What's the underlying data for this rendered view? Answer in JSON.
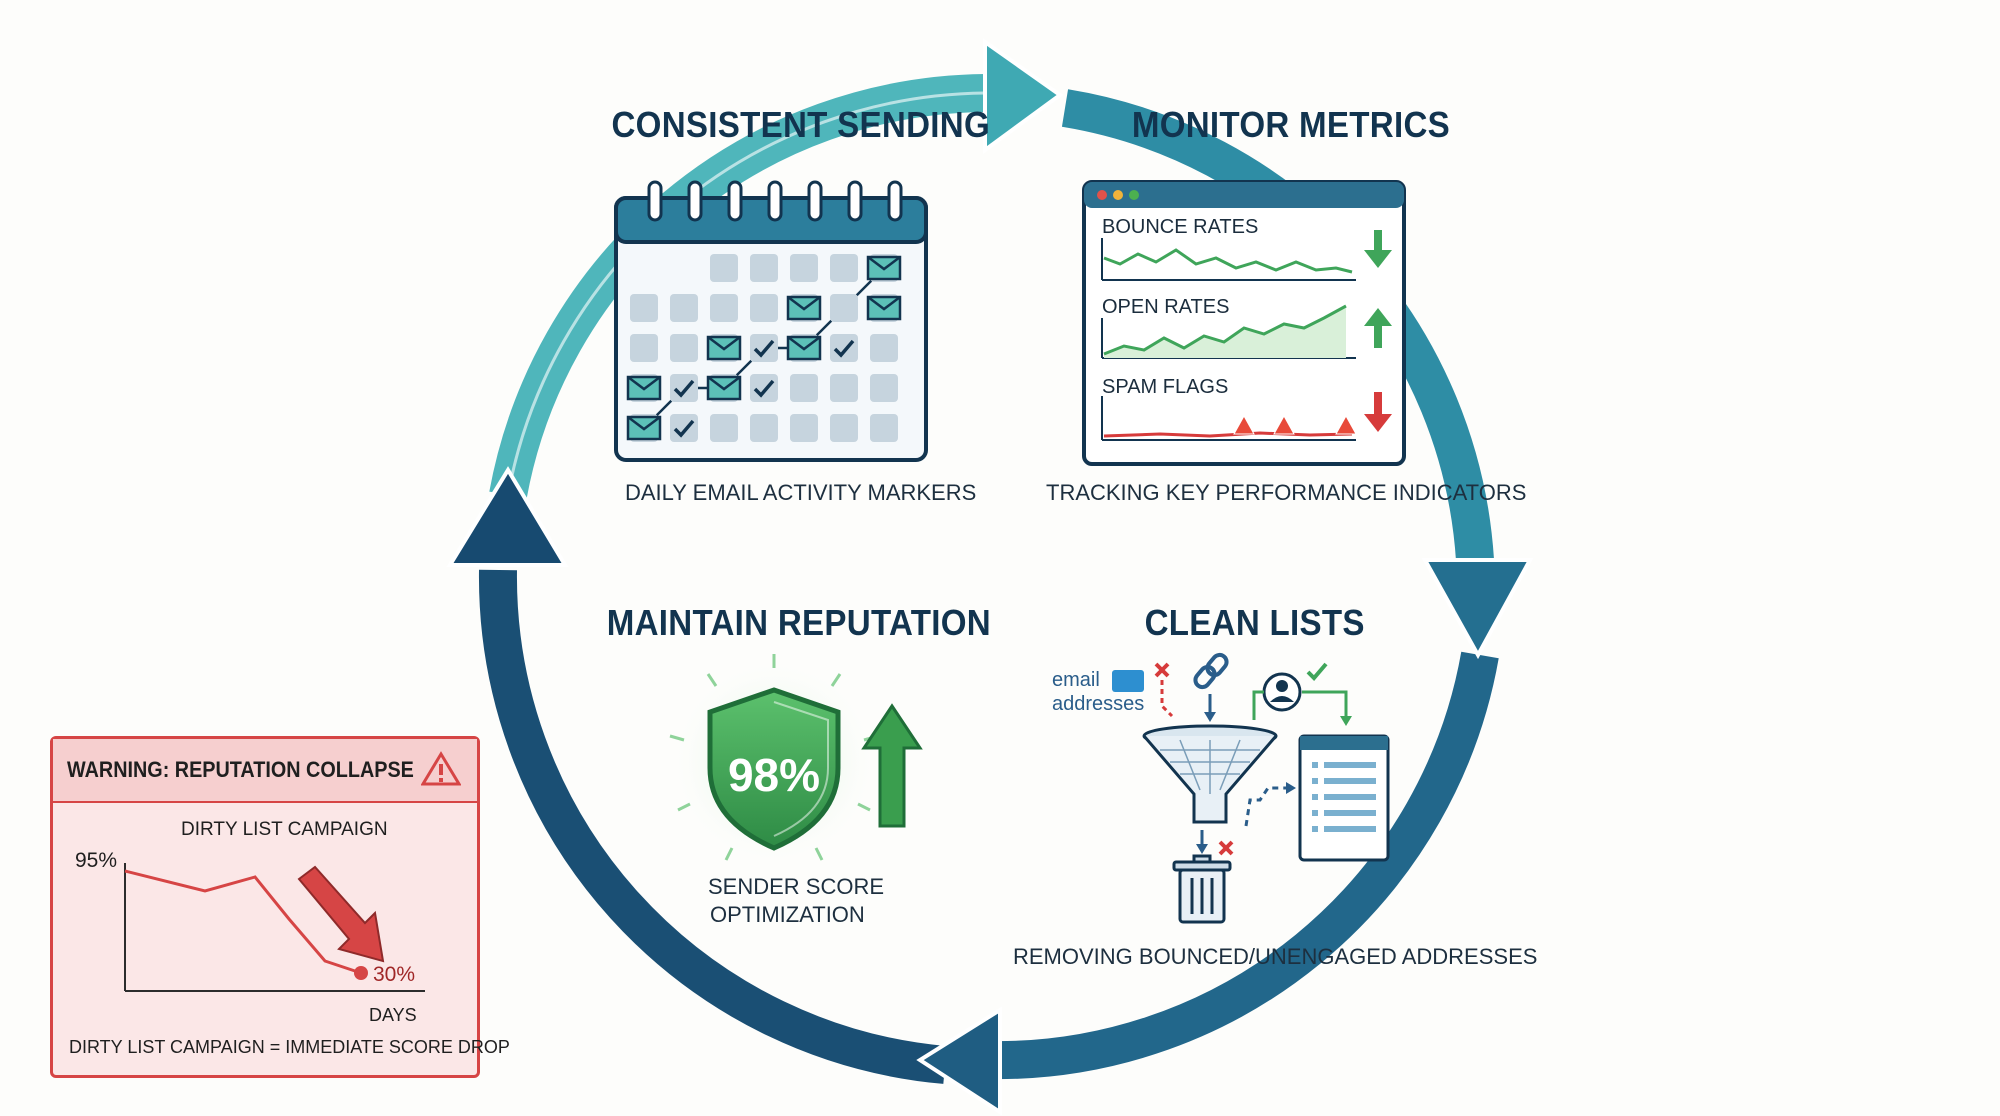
{
  "titles": {
    "consistent_sending": "CONSISTENT SENDING",
    "monitor_metrics": "MONITOR METRICS",
    "maintain_reputation": "MAINTAIN REPUTATION",
    "clean_lists": "CLEAN LISTS"
  },
  "captions": {
    "calendar": "DAILY EMAIL ACTIVITY MARKERS",
    "metrics": "TRACKING KEY PERFORMANCE INDICATORS",
    "score": [
      "SENDER SCORE",
      "OPTIMIZATION"
    ],
    "clean": "REMOVING BOUNCED/UNENGAGED ADDRESSES"
  },
  "metrics_panel": {
    "rows": [
      {
        "label": "BOUNCE RATES",
        "trend": "down",
        "color": "#2f9e44"
      },
      {
        "label": "OPEN RATES",
        "trend": "up",
        "color": "#2f9e44"
      },
      {
        "label": "SPAM FLAGS",
        "trend": "down",
        "color": "#d63b3b"
      }
    ]
  },
  "shield": {
    "value": "98%",
    "color": "#3fa55a",
    "trend": "up"
  },
  "clean_lists_panel": {
    "input_label": [
      "email",
      "addresses"
    ]
  },
  "warning": {
    "title": "WARNING: REPUTATION COLLAPSE",
    "chart_title": "DIRTY LIST CAMPAIGN",
    "start_value": "95%",
    "end_value": "30%",
    "x_axis": "DAYS",
    "footer": "DIRTY LIST CAMPAIGN = IMMEDIATE SCORE DROP"
  },
  "colors": {
    "teal": "#3aa6b0",
    "navy": "#174a70",
    "ink": "#12344f",
    "red": "#d64545",
    "green": "#3fa55a"
  }
}
